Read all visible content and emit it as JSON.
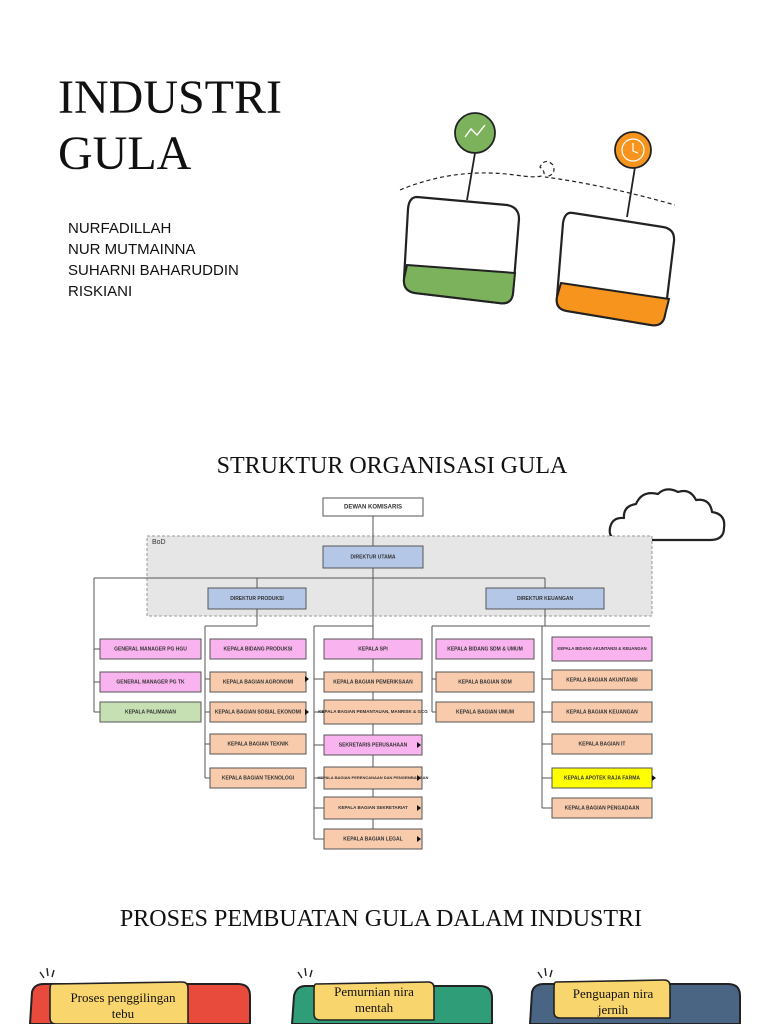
{
  "title": {
    "line1": "INDUSTRI",
    "line2": "GULA"
  },
  "authors": [
    "NURFADILLAH",
    "NUR MUTMAINNA",
    "SUHARNI BAHARUDDIN",
    "RISKIANI"
  ],
  "section1_title": "STRUKTUR ORGANISASI GULA",
  "section2_title": "PROSES PEMBUATAN GULA DALAM INDUSTRI",
  "org": {
    "bod_label": "BoD",
    "commissioners": "DEWAN KOMISARIS",
    "ceo": "DIREKTUR UTAMA",
    "dir_production": "DIREKTUR PRODUKSI",
    "dir_finance": "DIREKTUR KEUANGAN",
    "col1": [
      "GENERAL MANAGER PG HGU",
      "GENERAL MANAGER PG TK",
      "KEPALA PALIMANAN"
    ],
    "col2": [
      "KEPALA BIDANG PRODUKSI",
      "KEPALA BAGIAN AGRONOMI",
      "KEPALA BAGIAN SOSIAL EKONOMI",
      "KEPALA BAGIAN TEKNIK",
      "KEPALA BAGIAN TEKNOLOGI"
    ],
    "col3": [
      "KEPALA SPI",
      "KEPALA BAGIAN PEMERIKSAAN",
      "KEPALA BAGIAN PEMANTAUAN, MANRISK & GCG",
      "SEKRETARIS PERUSAHAAN",
      "KEPALA BAGIAN PERENCANAAN DAN PENGEMBANGAN",
      "KEPALA BAGIAN SEKRETARIAT",
      "KEPALA BAGIAN LEGAL"
    ],
    "col4": [
      "KEPALA BIDANG SDM & UMUM",
      "KEPALA BAGIAN SDM",
      "KEPALA BAGIAN UMUM"
    ],
    "col5": [
      "KEPALA BIDANG AKUNTANSI & KEUANGAN",
      "KEPALA BAGIAN AKUNTANSI",
      "KEPALA BAGIAN KEUANGAN",
      "KEPALA BAGIAN IT",
      "KEPALA APOTEK RAJA FARMA",
      "KEPALA BAGIAN PENGADAAN"
    ]
  },
  "process_cards": [
    {
      "label": "Proses penggilingan tebu",
      "color": "#e84a3c"
    },
    {
      "label": "Pemurnian nira mentah",
      "color": "#2f9e78"
    },
    {
      "label": "Penguapan nira jernih",
      "color": "#4a6484"
    }
  ],
  "colors": {
    "green_fill": "#7db25c",
    "orange_fill": "#f7941d",
    "node_blue": "#b4c7e7",
    "node_pink": "#f9b3ee",
    "node_peach": "#f8cbad",
    "node_green": "#c6e0b4",
    "node_yellow": "#ffff00",
    "note_yellow": "#f9d56e"
  }
}
